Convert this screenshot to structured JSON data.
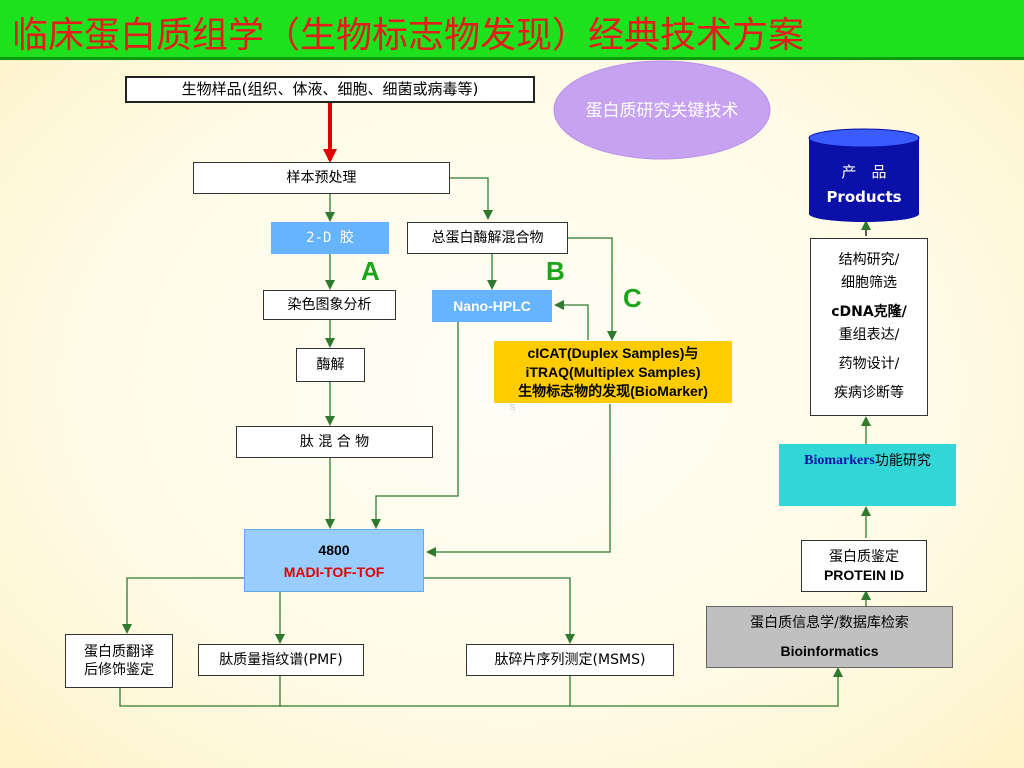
{
  "title": "临床蛋白质组学（生物标志物发现）经典技术方案",
  "oval_label": "蛋白质研究关键技术",
  "products": {
    "line1": "产　品",
    "line2": "Products"
  },
  "nodes": {
    "sample": "生物样品(组织、体液、细胞、细菌或病毒等)",
    "pretreat": "样本预处理",
    "gel": "2-D 胶",
    "digest_mix": "总蛋白酶解混合物",
    "stain": "染色图象分析",
    "nano_hplc": "Nano-HPLC",
    "enzyme": "酶解",
    "icat_line1": "cICAT(Duplex Samples)与",
    "icat_line2": "iTRAQ(Multiplex Samples)",
    "icat_line3": "生物标志物的发现(BioMarker)",
    "icat_overflow": "s",
    "peptide_mix": "肽 混 合 物",
    "maldi_line1": "4800",
    "maldi_line2": "MADI-TOF-TOF",
    "ptm_line1": "蛋白质翻译",
    "ptm_line2": "后修饰鉴定",
    "pmf": "肽质量指纹谱(PMF)",
    "msms": "肽碎片序列测定(MSMS)",
    "bioinfo_line1": "蛋白质信息学/数据库检索",
    "bioinfo_line2": "Bioinformatics",
    "protein_id_line1": "蛋白质鉴定",
    "protein_id_line2": "PROTEIN ID",
    "biomarker_func_en": "Biomarkers",
    "biomarker_func_cn": "功能研究",
    "structure_lines": [
      "结构研究/",
      "细胞筛选",
      "cDNA克隆/",
      "重组表达/",
      "药物设计/",
      "疾病诊断等"
    ]
  },
  "labels": {
    "a": "A",
    "b": "B",
    "c": "C"
  },
  "colors": {
    "title_bg": "#1ee11e",
    "title_text": "#e41c1c",
    "arrow": "#2f7a2f",
    "red_arrow": "#e00000",
    "blue_box": "#66b3ff",
    "gold_box": "#ffcc00",
    "oval": "#c6a2f0",
    "cyan_box": "#33d6d6",
    "gray_box": "#c0c0c0",
    "cylinder": "#0a10a8"
  }
}
